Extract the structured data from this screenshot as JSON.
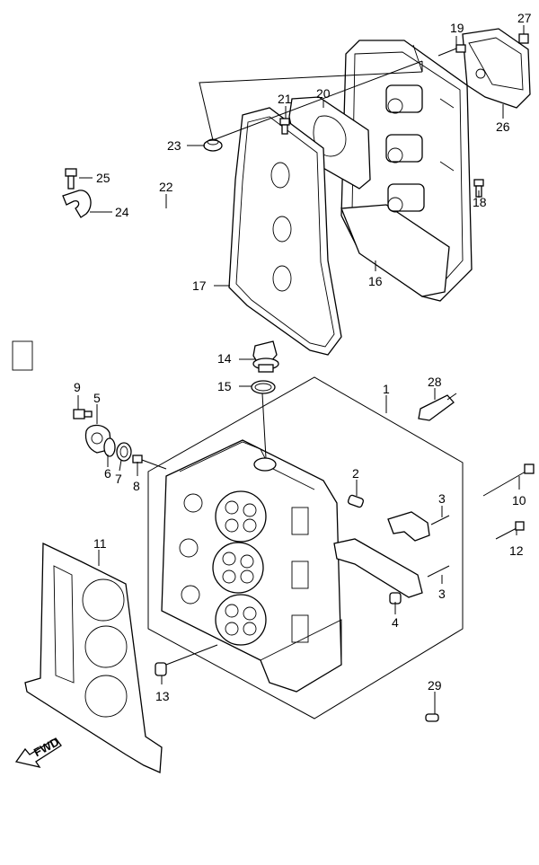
{
  "callouts": [
    {
      "id": "1",
      "text": "1"
    },
    {
      "id": "2",
      "text": "2"
    },
    {
      "id": "3a",
      "text": "3"
    },
    {
      "id": "3b",
      "text": "3"
    },
    {
      "id": "4",
      "text": "4"
    },
    {
      "id": "5",
      "text": "5"
    },
    {
      "id": "6",
      "text": "6"
    },
    {
      "id": "7",
      "text": "7"
    },
    {
      "id": "8",
      "text": "8"
    },
    {
      "id": "9",
      "text": "9"
    },
    {
      "id": "10",
      "text": "10"
    },
    {
      "id": "11",
      "text": "11"
    },
    {
      "id": "12",
      "text": "12"
    },
    {
      "id": "13",
      "text": "13"
    },
    {
      "id": "14",
      "text": "14"
    },
    {
      "id": "15",
      "text": "15"
    },
    {
      "id": "16",
      "text": "16"
    },
    {
      "id": "17",
      "text": "17"
    },
    {
      "id": "18",
      "text": "18"
    },
    {
      "id": "19",
      "text": "19"
    },
    {
      "id": "20",
      "text": "20"
    },
    {
      "id": "21",
      "text": "21"
    },
    {
      "id": "22",
      "text": "22"
    },
    {
      "id": "23",
      "text": "23"
    },
    {
      "id": "24",
      "text": "24"
    },
    {
      "id": "25",
      "text": "25"
    },
    {
      "id": "26",
      "text": "26"
    },
    {
      "id": "27",
      "text": "27"
    },
    {
      "id": "28",
      "text": "28"
    },
    {
      "id": "29",
      "text": "29"
    }
  ],
  "direction_arrow": {
    "text": "FWD"
  }
}
